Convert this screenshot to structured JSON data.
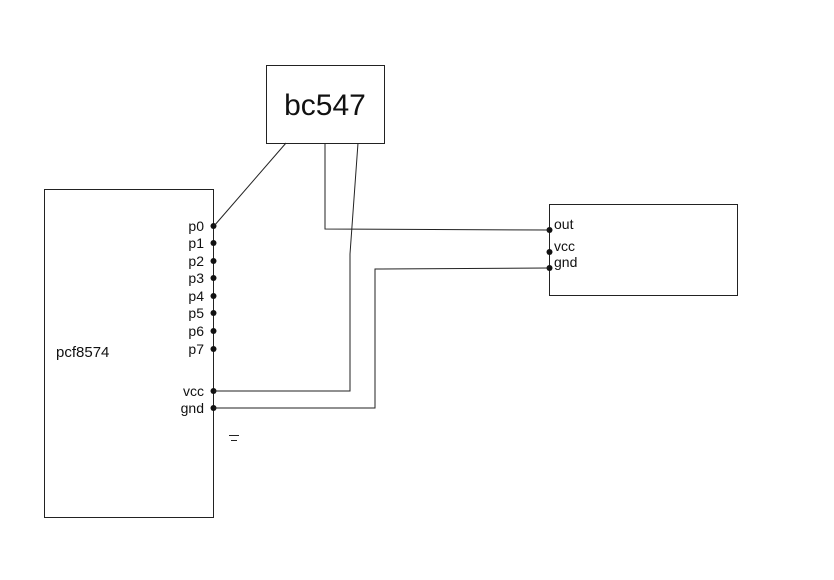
{
  "components": {
    "transistor": {
      "label": "bc547"
    },
    "ic": {
      "label": "pcf8574",
      "pins": [
        "p0",
        "p1",
        "p2",
        "p3",
        "p4",
        "p5",
        "p6",
        "p7",
        "vcc",
        "gnd"
      ]
    },
    "module": {
      "pins": [
        "out",
        "vcc",
        "gnd"
      ]
    }
  },
  "ground_symbol": "ground-icon"
}
